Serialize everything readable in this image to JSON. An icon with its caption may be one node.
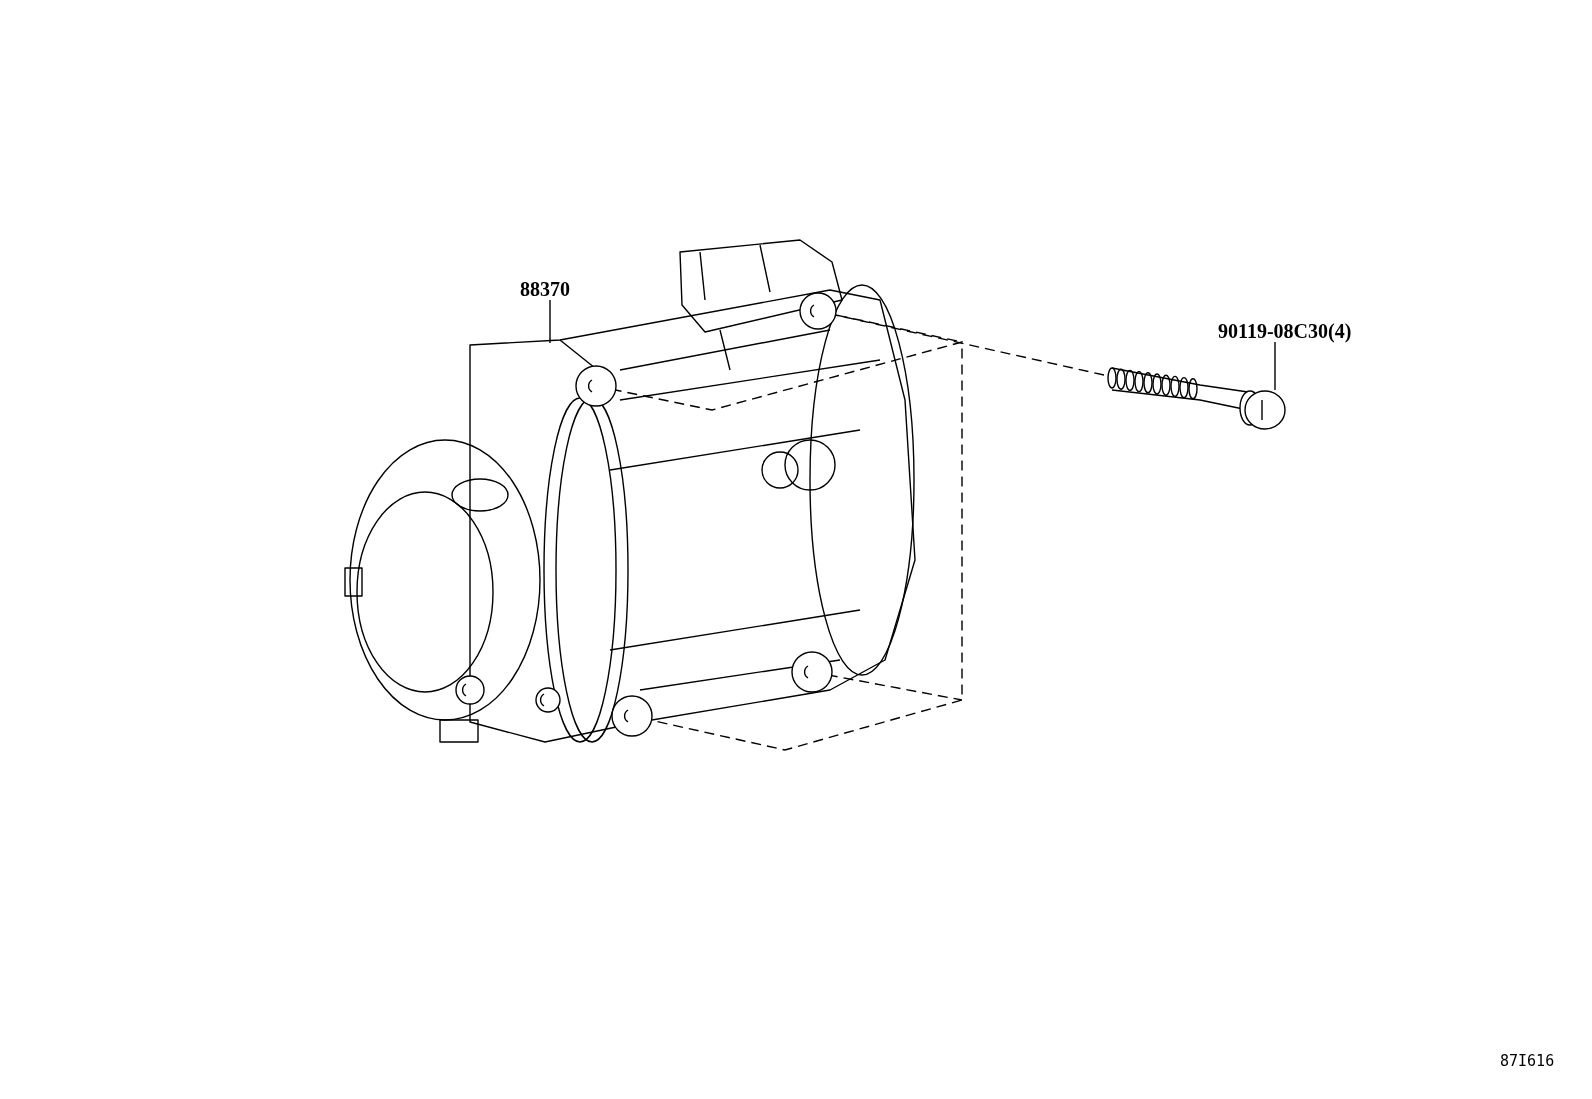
{
  "diagram": {
    "nodes": [
      {
        "text": [
          "88370"
        ]
      },
      {
        "text": [],
        "shape": "picture"
      },
      {
        "text": [
          "90119-08C30(4)"
        ]
      },
      {
        "text": [],
        "shape": "picture"
      }
    ],
    "edges": [
      {
        "from": 0,
        "to": 1,
        "arrow": "none"
      },
      {
        "from": 2,
        "to": 3,
        "arrow": "none"
      },
      {
        "from": 3,
        "to": 1,
        "arrow": "none",
        "style": "dashed"
      }
    ],
    "labels": [
      "87I616"
    ]
  }
}
